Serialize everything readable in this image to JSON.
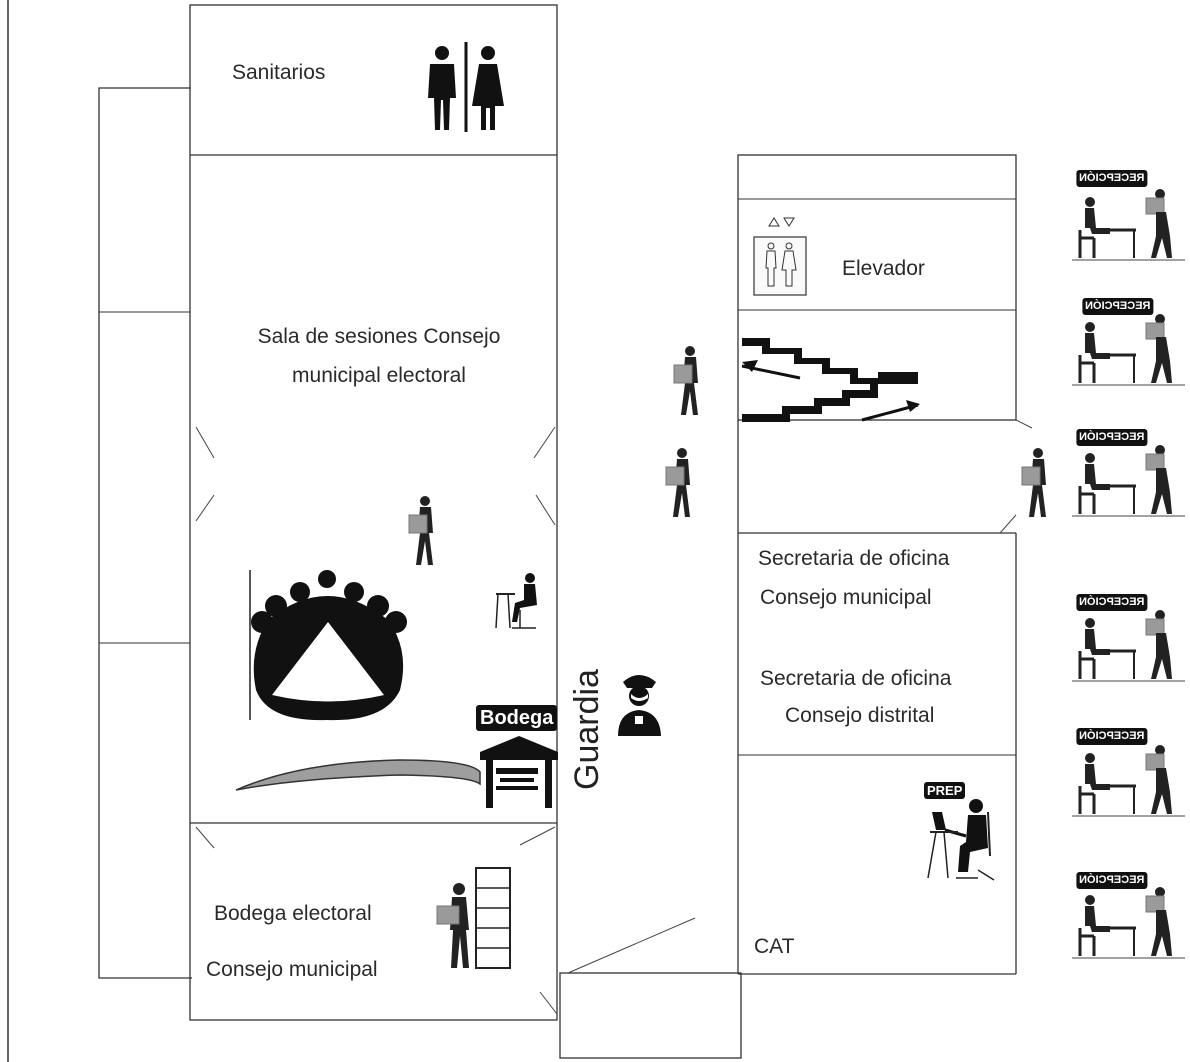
{
  "rooms": {
    "sanitarios": "Sanitarios",
    "sala_line1": "Sala de sesiones Consejo",
    "sala_line2": "municipal electoral",
    "elevador": "Elevador",
    "secretaria_municipal_line1": "Secretaria de oficina",
    "secretaria_municipal_line2": "Consejo municipal",
    "secretaria_distrital_line1": "Secretaria de oficina",
    "secretaria_distrital_line2": "Consejo distrital",
    "cat": "CAT",
    "bodega_electoral_line1": "Bodega electoral",
    "bodega_electoral_line2": "Consejo municipal",
    "guardia": "Guardia"
  },
  "tags": {
    "bodega": "Bodega",
    "prep": "PREP",
    "recepcion": "RECEPCIÓN"
  },
  "icons": [
    "restroom-icon",
    "elevator-icon",
    "stairs-icon",
    "meeting-table-icon",
    "warehouse-icon",
    "guard-icon",
    "desk-worker-icon",
    "computer-worker-icon",
    "box-carrier-icon",
    "shelf-icon",
    "reception-icon"
  ]
}
